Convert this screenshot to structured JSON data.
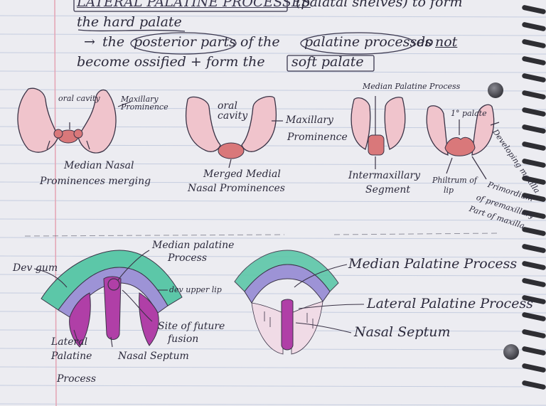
{
  "notes": {
    "line1": {
      "boxed1": "LATERAL PALATINE PROCESSES",
      "rest": "(palatal shelves) to form"
    },
    "line2": "the hard palate",
    "line3": {
      "arrow": "→",
      "the": "the",
      "circled1": "posterior parts",
      "of_the": "of the",
      "circled2": "palatine processes",
      "do": "do",
      "not": "not"
    },
    "line4": {
      "become": "become ossified + form the",
      "boxed": "soft palate"
    }
  },
  "diagram_row1": {
    "fig1": {
      "oral_cavity": "oral cavity",
      "maxillary_prominence": "Maxillary Prominence",
      "caption_line1": "Median Nasal",
      "caption_line2": "Prominences merging"
    },
    "fig2": {
      "oral_cavity": "oral cavity",
      "maxillary_prominence_line1": "Maxillary",
      "maxillary_prominence_line2": "Prominence",
      "caption_line1": "Merged Medial",
      "caption_line2": "Nasal Prominences"
    },
    "fig3": {
      "top_label": "Median Palatine Process",
      "caption_line1": "Intermaxillary",
      "caption_line2": "Segment"
    },
    "fig4": {
      "palate": "1° palate",
      "developing_maxilla": "Developing maxilla",
      "philtrum_line1": "Philtrum of",
      "philtrum_line2": "lip",
      "premaxilla_line1": "Primordium",
      "premaxilla_line2": "of premaxillary",
      "premaxilla_line3": "Part of maxilla"
    }
  },
  "diagram_row2": {
    "left": {
      "median_palatine": "Median palatine",
      "process": "Process",
      "dev_gum": "Dev gum",
      "dev_upper_lip": "dev upper lip",
      "site_of_future": "Site of future",
      "fusion": "fusion",
      "lateral": "Lateral",
      "palatine": "Palatine",
      "process_label": "Process",
      "nasal_septum": "Nasal Septum"
    },
    "right": {
      "median_palatine_process": "Median Palatine Process",
      "lateral_palatine_process": "Lateral Palatine Process",
      "nasal_septum": "Nasal Septum"
    }
  },
  "colors": {
    "paper": "#ececf1",
    "rule_line": "#b9c3da",
    "margin_line": "#e4a3b3",
    "pink": "#f0c4cc",
    "salmon": "#d9787a",
    "teal": "#5cc7a8",
    "lavender": "#9d93d6",
    "magenta": "#b03fa7"
  }
}
